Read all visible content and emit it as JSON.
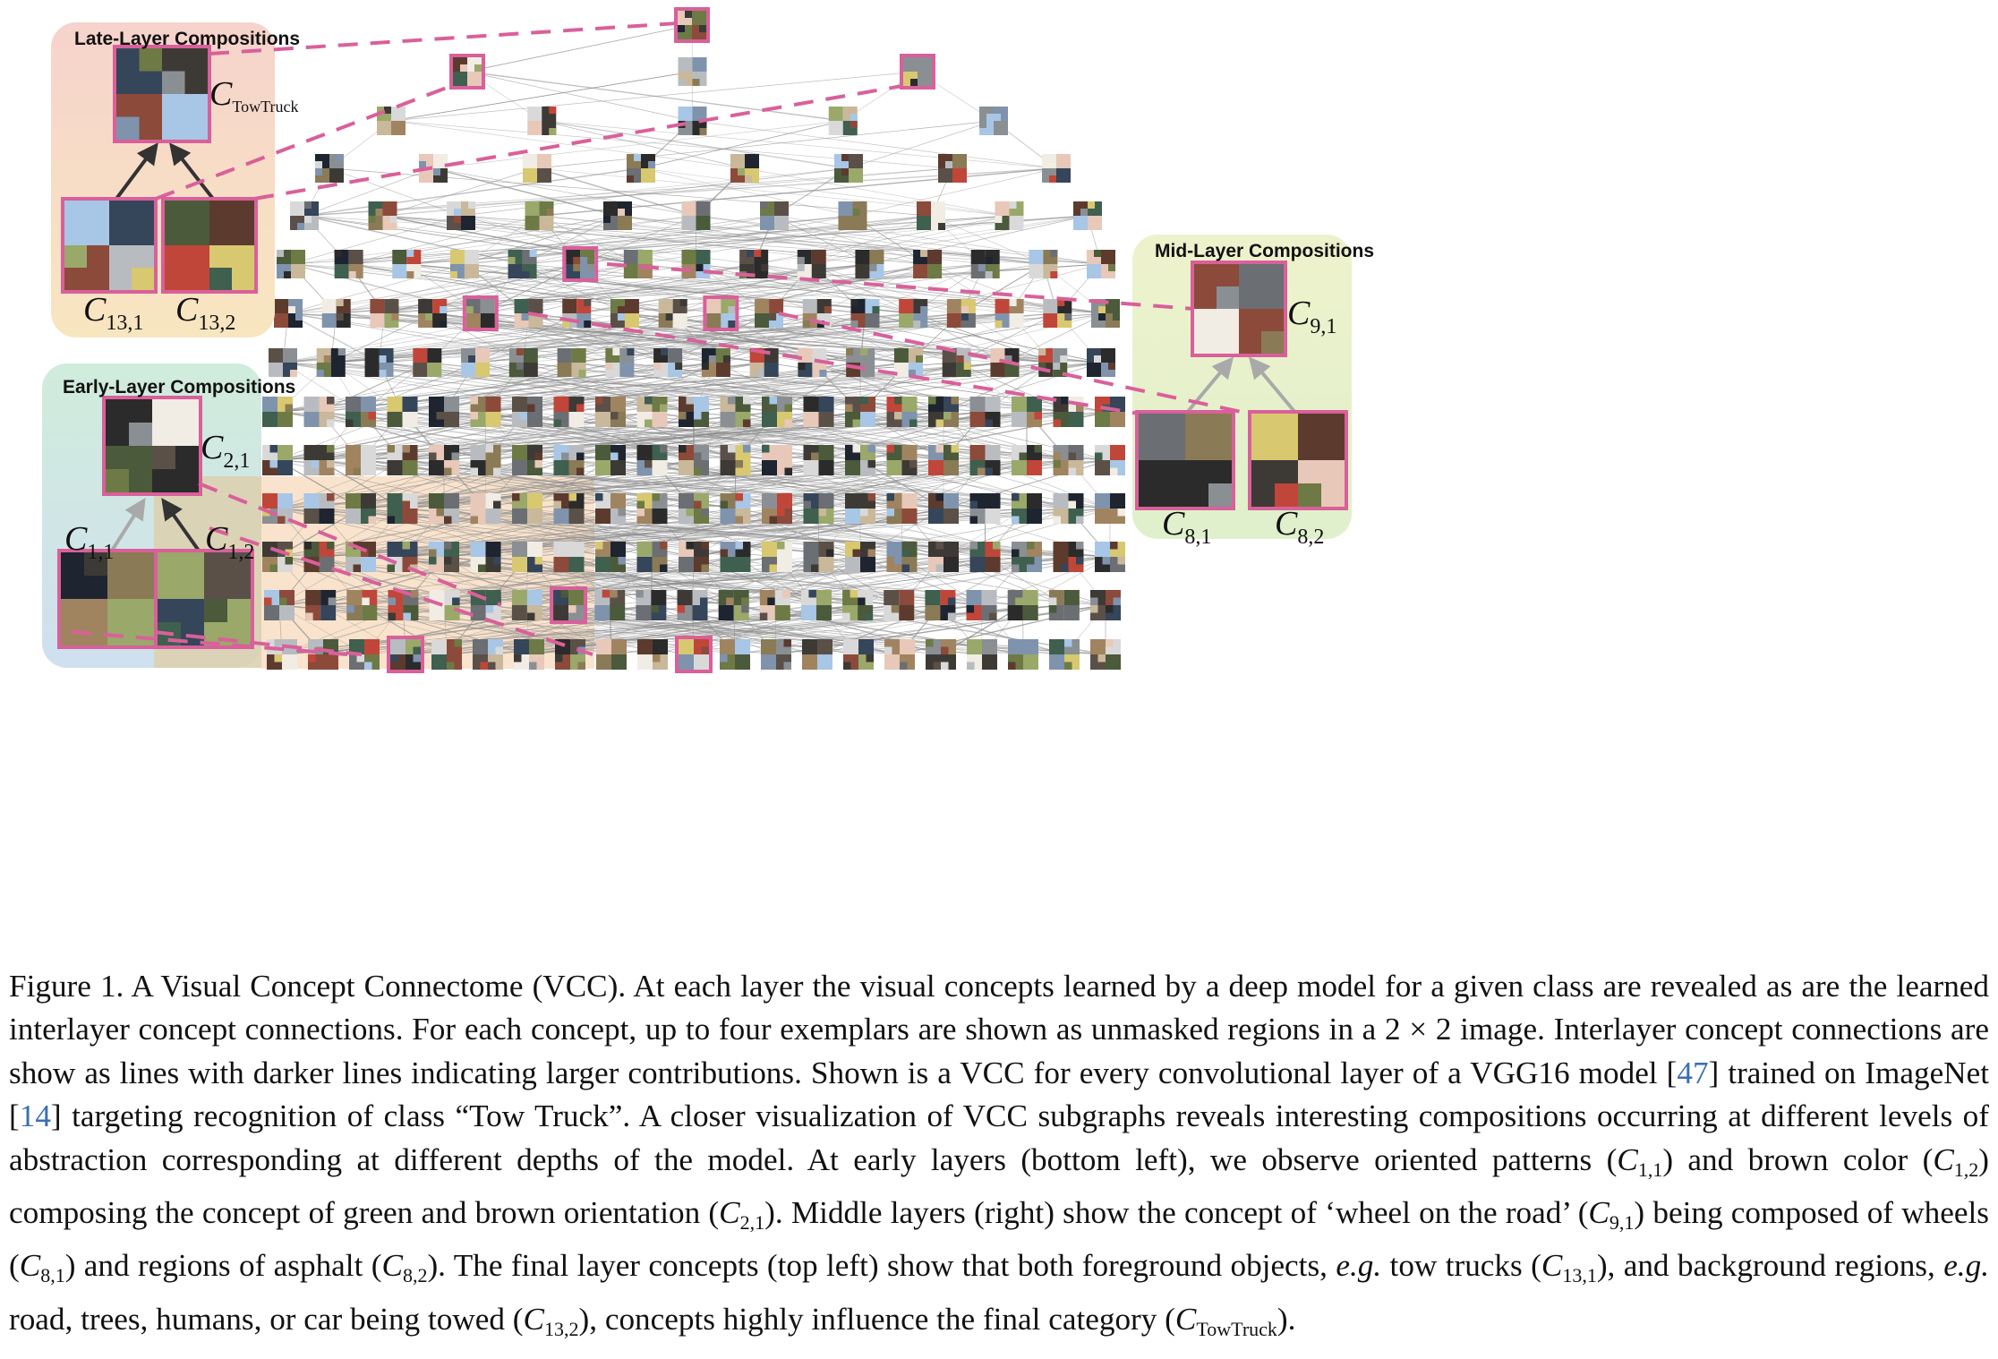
{
  "figure": {
    "panels": {
      "late": {
        "title": "Late-Layer Compositions",
        "top_label": "C",
        "top_sub": "TowTruck",
        "child_labels": [
          {
            "base": "C",
            "sub": "13,1"
          },
          {
            "base": "C",
            "sub": "13,2"
          }
        ]
      },
      "mid": {
        "title": "Mid-Layer Compositions",
        "top_label": "C",
        "top_sub": "9,1",
        "child_labels": [
          {
            "base": "C",
            "sub": "8,1"
          },
          {
            "base": "C",
            "sub": "8,2"
          }
        ]
      },
      "early": {
        "title": "Early-Layer Compositions",
        "top_label": "C",
        "top_sub": "2,1",
        "child_labels": [
          {
            "base": "C",
            "sub": "1,1"
          },
          {
            "base": "C",
            "sub": "1,2"
          }
        ]
      }
    },
    "colors": {
      "highlight": "#d9609a",
      "late_panel_top": "#f6d3cc",
      "late_panel_bottom": "#f8e6c0",
      "mid_panel": "#e6efc6",
      "early_panel_top": "#d0ecdc",
      "early_panel_bottom": "#cfe0ef",
      "edge_gray": "#8a8a8a"
    }
  },
  "caption": {
    "figure_label": "Figure 1.",
    "sentence_1": "A Visual Concept Connectome (VCC). At each layer the visual concepts learned by a deep model for a given class are revealed as are the learned interlayer concept connections.",
    "sentence_2": "For each concept, up to four exemplars are shown as unmasked regions in a 2 × 2 image.",
    "sentence_3": "Interlayer concept connections are show as lines with darker lines indicating larger contributions.",
    "sentence_4_a": "Shown is a VCC for every convolutional layer of a VGG16 model [",
    "cite_vgg": "47",
    "sentence_4_b": "] trained on ImageNet [",
    "cite_imagenet": "14",
    "sentence_4_c": "] targeting recognition of class “Tow Truck”.",
    "sentence_5": "A closer visualization of VCC subgraphs reveals interesting compositions occurring at different levels of abstraction corresponding at different depths of the model.",
    "sentence_6_a": "At early layers (bottom left), we observe oriented patterns (",
    "sentence_6_b": ") and brown color (",
    "sentence_6_c": ") composing the concept of green and brown orientation (",
    "sentence_6_d": ").",
    "sentence_7_a": "Middle layers (right) show the concept of ‘wheel on the road’ (",
    "sentence_7_b": ") being composed of wheels (",
    "sentence_7_c": ") and regions of asphalt (",
    "sentence_7_d": ").",
    "sentence_8_a": "The final layer concepts (top left) show that both foreground objects,",
    "eg": "e.g.",
    "sentence_8_b": "tow trucks (",
    "sentence_8_c": "), and background regions,",
    "sentence_8_d": "road, trees, humans, or car being towed (",
    "sentence_8_e": "), concepts highly influence the final category (",
    "sentence_8_f": ").",
    "math": {
      "c11": "1,1",
      "c12": "1,2",
      "c21": "2,1",
      "c91": "9,1",
      "c81": "8,1",
      "c82": "8,2",
      "c131": "13,1",
      "c132": "13,2",
      "ctow": "TowTruck",
      "C": "C"
    }
  }
}
